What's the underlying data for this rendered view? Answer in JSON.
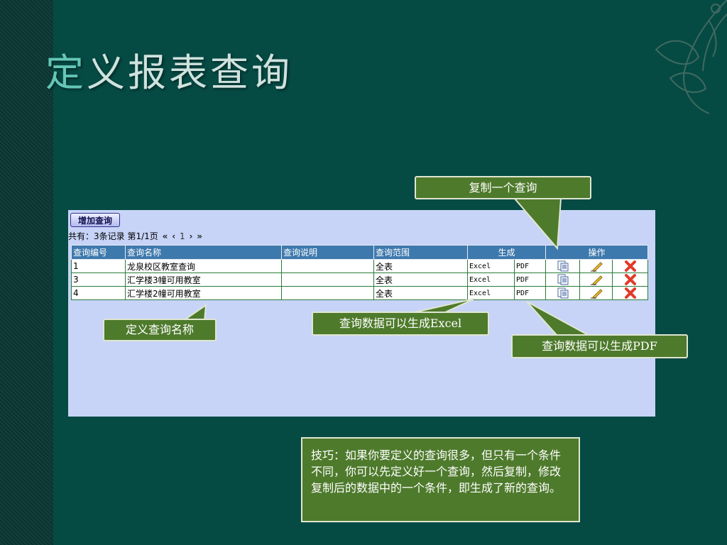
{
  "slide": {
    "title_first": "定",
    "title_rest": "义报表查询"
  },
  "toolbar": {
    "add_label": "增加查询"
  },
  "pager": {
    "summary": "共有：3条记录 第1/1页",
    "first": "«",
    "prev": "‹",
    "page": "1",
    "next": "›",
    "last": "»"
  },
  "table": {
    "headers": [
      "查询编号",
      "查询名称",
      "查询说明",
      "查询范围",
      "生成",
      "操作"
    ],
    "rows": [
      {
        "id": "1",
        "name": "龙泉校区教室查询",
        "desc": "",
        "scope": "全表",
        "excel": "Excel",
        "pdf": "PDF"
      },
      {
        "id": "3",
        "name": "汇学楼3幢可用教室",
        "desc": "",
        "scope": "全表",
        "excel": "Excel",
        "pdf": "PDF"
      },
      {
        "id": "4",
        "name": "汇学楼2幢可用教室",
        "desc": "",
        "scope": "全表",
        "excel": "Excel",
        "pdf": "PDF"
      }
    ]
  },
  "callouts": {
    "copy": "复制一个查询",
    "name": "定义查询名称",
    "excel": "查询数据可以生成Excel",
    "pdf": "查询数据可以生成PDF"
  },
  "tip": "技巧：如果你要定义的查询很多，但只有一个条件不同，你可以先定义好一个查询，然后复制，修改复制后的数据中的一个条件，即生成了新的查询。",
  "icons": {
    "copy": "copy-icon",
    "edit": "pencil-icon",
    "delete": "delete-x-icon"
  },
  "colors": {
    "background": "#064a44",
    "title_accent": "#65c6b6",
    "header": "#3e79ad",
    "panel": "#c7d4f7",
    "callout": "#4e7a2c",
    "delete": "#e23a2a"
  }
}
